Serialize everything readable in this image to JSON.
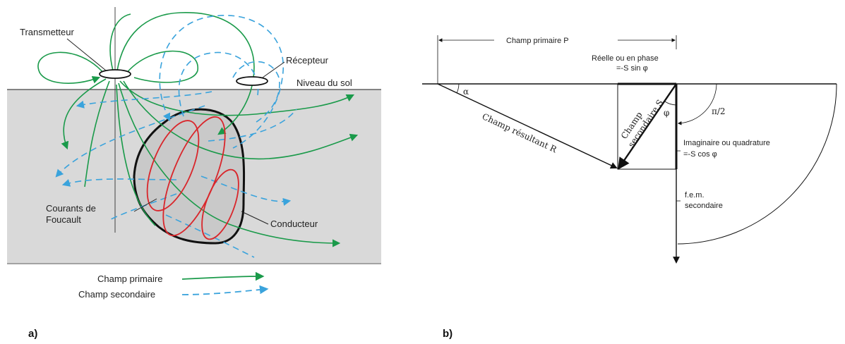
{
  "panel_a": {
    "label": "a)",
    "transmitter": "Transmetteur",
    "receiver": "Récepteur",
    "ground_level": "Niveau du sol",
    "eddy_currents_line1": "Courants de",
    "eddy_currents_line2": "Foucault",
    "conductor": "Conducteur",
    "legend_primary": "Champ primaire",
    "legend_secondary": "Champ secondaire",
    "colors": {
      "primary": "#1a9a4a",
      "secondary": "#3aa3dc",
      "eddy": "#d9262b",
      "ground": "#d9d9d9",
      "conductor": "#c9c9c9"
    }
  },
  "panel_b": {
    "label": "b)",
    "primary_field": "Champ primaire P",
    "real_line1": "Réelle ou en phase",
    "real_line2": "=-S sin φ",
    "resultant": "Champ résultant R",
    "secondary_line1": "Champ",
    "secondary_line2": "secondaire S",
    "alpha": "α",
    "phi": "φ",
    "pi_half": "π/2",
    "imag_line1": "Imaginaire ou quadrature",
    "imag_line2": "=-S cos φ",
    "emf_line1": "f.e.m.",
    "emf_line2": "secondaire"
  }
}
